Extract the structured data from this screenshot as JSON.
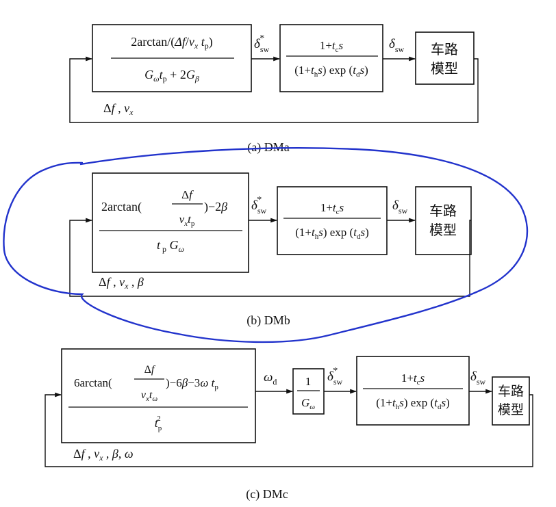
{
  "colors": {
    "ink": "#111111",
    "highlight": "#2233cc",
    "background": "#ffffff"
  },
  "diagrams": [
    {
      "caption": "(a) DMa",
      "controller": {
        "numerator": "2arctan/(Δf/vx tp)",
        "denominator": "Gωtp + 2Gβ"
      },
      "actuator": {
        "numerator": "1+tcs",
        "denominator": "(1+ths) exp (tds)"
      },
      "signal_in": "δ*sw",
      "signal_out": "δsw",
      "plant": [
        "车路",
        "模型"
      ],
      "feedback": "Δf , vx"
    },
    {
      "caption": "(b) DMb",
      "controller": {
        "numerator": "2arctan(Δf / vx tp) −2β",
        "denominator": "tp Gω"
      },
      "actuator": {
        "numerator": "1+tcs",
        "denominator": "(1+ths) exp (tds)"
      },
      "signal_in": "δ*sw",
      "signal_out": "δsw",
      "plant": [
        "车路",
        "模型"
      ],
      "feedback": "Δf , vx , β",
      "highlighted": true
    },
    {
      "caption": "(c) DMc",
      "controller": {
        "numerator": "6arctan(Δf / vx tω) −6β−3ω tp",
        "denominator": "tp²"
      },
      "gain": {
        "numerator": "1",
        "denominator": "Gω"
      },
      "signal_mid": "ωd",
      "actuator": {
        "numerator": "1+tcs",
        "denominator": "(1+ths) exp (tds)"
      },
      "signal_in": "δ*sw",
      "signal_out": "δsw",
      "plant": [
        "车路",
        "模型"
      ],
      "feedback": "Δf , vx , β, ω"
    }
  ]
}
